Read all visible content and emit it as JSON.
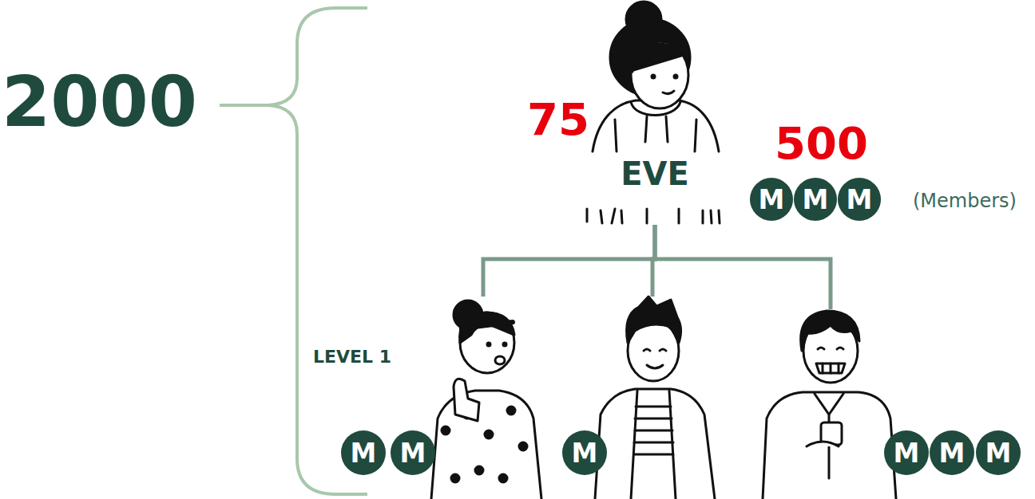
{
  "diagram": {
    "nodes": [
      {
        "text": [
          "EVE"
        ]
      },
      {
        "text": [
          "M"
        ]
      },
      {
        "text": [
          "M"
        ]
      },
      {
        "text": [
          "M"
        ]
      },
      {
        "text": []
      },
      {
        "text": [
          "M"
        ],
        "in": 4
      },
      {
        "text": [
          "M"
        ],
        "in": 4
      },
      {
        "text": []
      },
      {
        "text": [
          "M"
        ],
        "in": 7
      },
      {
        "text": []
      },
      {
        "text": [
          "M"
        ],
        "in": 9
      },
      {
        "text": [
          "M"
        ],
        "in": 9
      },
      {
        "text": [
          "M"
        ],
        "in": 9
      }
    ],
    "edges": [
      {
        "from": 0,
        "to": 4,
        "arrow": "none"
      },
      {
        "from": 0,
        "to": 7,
        "arrow": "none"
      },
      {
        "from": 0,
        "to": 9,
        "arrow": "none"
      }
    ],
    "labels": [
      "2000",
      "75",
      "500",
      "(Members)",
      "LEVEL 1"
    ]
  }
}
